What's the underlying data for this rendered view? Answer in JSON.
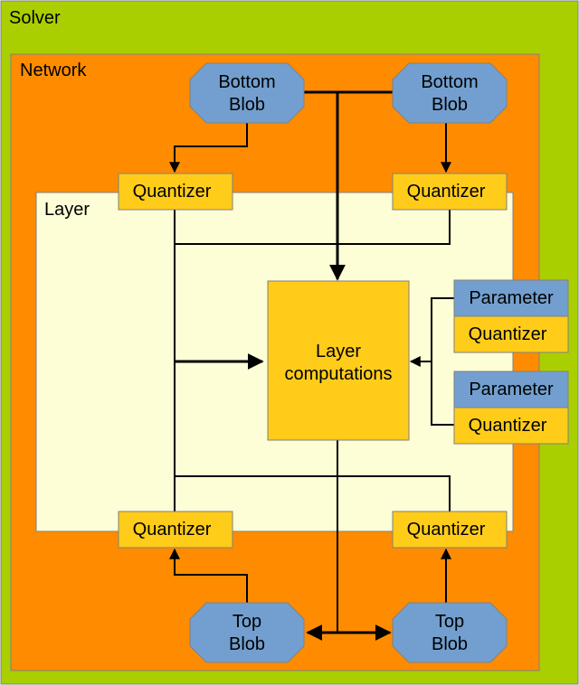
{
  "solver": {
    "label": "Solver"
  },
  "network": {
    "label": "Network"
  },
  "layer": {
    "label": "Layer"
  },
  "bottom_blobs": [
    {
      "line1": "Bottom",
      "line2": "Blob"
    },
    {
      "line1": "Bottom",
      "line2": "Blob"
    }
  ],
  "top_blobs": [
    {
      "line1": "Top",
      "line2": "Blob"
    },
    {
      "line1": "Top",
      "line2": "Blob"
    }
  ],
  "quantizers": {
    "input_left": "Quantizer",
    "input_right": "Quantizer",
    "output_left": "Quantizer",
    "output_right": "Quantizer"
  },
  "layer_computations": {
    "line1": "Layer",
    "line2": "computations"
  },
  "parameters": [
    {
      "label": "Parameter",
      "quantizer": "Quantizer"
    },
    {
      "label": "Parameter",
      "quantizer": "Quantizer"
    }
  ],
  "colors": {
    "solver_fill": "#aacf00",
    "network_fill": "#ff8c00",
    "layer_fill": "#fdfdd6",
    "blob_fill": "#729fcf",
    "quantizer_fill": "#ffcc1a",
    "computation_fill": "#ffcc1a",
    "parameter_fill": "#729fcf",
    "border": "#808080"
  }
}
